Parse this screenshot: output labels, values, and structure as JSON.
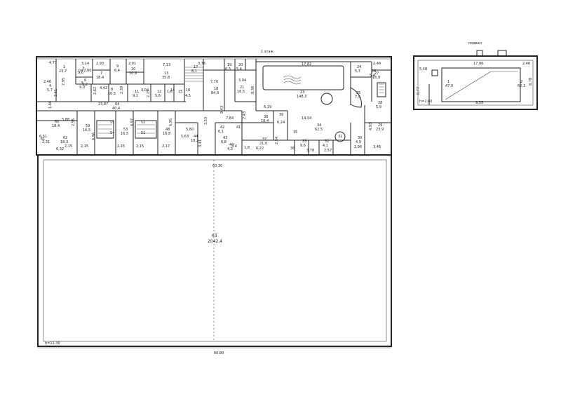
{
  "titles": {
    "floor1": "1 этаж",
    "basement": "подвал"
  },
  "dims": {
    "outer_top": "60,30",
    "outer_bottom": "60,80",
    "height_warehouse": "h=11,30",
    "height_floor1": "h=2,60",
    "height_basement": "h=2,60",
    "d_4_77": "4,77",
    "d_3_14": "3,14",
    "d_2_93": "2,93",
    "d_2_91": "2,91",
    "d_7_13": "7,13",
    "d_3_76": "3,76",
    "d_17_82": "17,82",
    "d_2_46": "2,46",
    "d_7_70": "7,70",
    "d_3_94": "3,94",
    "d_8_38": "8,38",
    "d_7_95": "7,95",
    "d_2_46b": "2,46",
    "d_3_61": "3,61",
    "d_1_66": "1,66",
    "d_23_87": "23,87",
    "d_4_42": "4,42",
    "d_2_62": "2,62",
    "d_2_39": "2,39",
    "d_4_04": "4,04",
    "d_2_15": "2,15",
    "d_1_6": "1,6",
    "d_9_43": "9,43",
    "d_6_19": "6,19",
    "d_14_04": "14,04",
    "d_5_88": "5,88",
    "d_2_55": "2,55",
    "d_6_96": "6,96",
    "d_6_97": "6,97",
    "d_6_95": "6,95",
    "d_5_60": "5,60",
    "d_3_53": "3,53",
    "d_7_84": "7,84",
    "d_6_24": "6,24",
    "d_4_93": "4,93",
    "d_2_43": "2,43",
    "d_1_8": "1,8",
    "d_2_54": "2,54",
    "d_6_32": "6,32",
    "d_2_15b": "2,15",
    "d_2_15c": "2,15",
    "d_2_15d": "2,15",
    "d_2_17": "2,17",
    "d_2_15e": "2,15",
    "d_5_63": "5,63",
    "d_3_41": "3,41",
    "d_6_22": "6,22",
    "d_3_78": "3,78",
    "d_2_57": "2,57",
    "d_2_96": "2,96",
    "d_3_46": "3,46",
    "d_35": "35",
    "d_36": "36",
    "d_3_4": "3,4",
    "d_2_31": "2,31",
    "d_6_51": "6,51",
    "d_5_48": "5,48",
    "d_17_06": "17,06",
    "d_8_77": "8,77",
    "d_8_78": "8,78",
    "d_9_35": "9,35",
    "d_2_46c": "2,46"
  },
  "rooms": [
    {
      "num": "1",
      "area": "23,7"
    },
    {
      "num": "3",
      "area": "9,6"
    },
    {
      "num": "7",
      "area": "18,4"
    },
    {
      "num": "9",
      "area": "6,4"
    },
    {
      "num": "10",
      "area": "10,9"
    },
    {
      "num": "13",
      "area": "35,8"
    },
    {
      "num": "17",
      "area": "8,1"
    },
    {
      "num": "18",
      "area": "84,9"
    },
    {
      "num": "19",
      "area": "6,3"
    },
    {
      "num": "20",
      "area": "5,4"
    },
    {
      "num": "21",
      "area": "16,5"
    },
    {
      "num": "23",
      "area": "148,3"
    },
    {
      "num": "24",
      "area": "5,7"
    },
    {
      "num": "26",
      "area": "5,4"
    },
    {
      "num": "27",
      "area": "16,9"
    },
    {
      "num": "25",
      "area": "7,9"
    },
    {
      "num": "4",
      "area": "5,7"
    },
    {
      "num": "5",
      "area": "9,0"
    },
    {
      "num": "6",
      "area": "5,2"
    },
    {
      "num": "8",
      "area": "10,5"
    },
    {
      "num": "11",
      "area": "9,1"
    },
    {
      "num": "12",
      "area": "5,6"
    },
    {
      "num": "14",
      "area": ""
    },
    {
      "num": "15",
      "area": ""
    },
    {
      "num": "16",
      "area": "4,5"
    },
    {
      "num": "64",
      "area": "40,4"
    },
    {
      "num": "38",
      "area": "18,4"
    },
    {
      "num": "39",
      "area": ""
    },
    {
      "num": "34",
      "area": "62,5"
    },
    {
      "num": "28",
      "area": "5,9"
    },
    {
      "num": "29",
      "area": "23,9"
    },
    {
      "num": "60",
      "area": "18,4"
    },
    {
      "num": "59",
      "area": "16,5"
    },
    {
      "num": "55",
      "area": ""
    },
    {
      "num": "54",
      "area": ""
    },
    {
      "num": "53",
      "area": "16,5"
    },
    {
      "num": "52",
      "area": ""
    },
    {
      "num": "51",
      "area": ""
    },
    {
      "num": "48",
      "area": "16,8"
    },
    {
      "num": "44",
      "area": "19,2"
    },
    {
      "num": "62",
      "area": "18,3"
    },
    {
      "num": "42",
      "area": "6,1"
    },
    {
      "num": "41",
      "area": ""
    },
    {
      "num": "40",
      "area": "4,3"
    },
    {
      "num": "43",
      "area": "6,8"
    },
    {
      "num": "37",
      "area": "21,0"
    },
    {
      "num": "33",
      "area": "9,6"
    },
    {
      "num": "32",
      "area": "4,1"
    },
    {
      "num": "31",
      "area": ""
    },
    {
      "num": "30",
      "area": "4,9"
    },
    {
      "num": "61",
      "area": ""
    },
    {
      "num": "63",
      "area": "2042,4"
    },
    {
      "num": "1",
      "area": "47,0"
    },
    {
      "num": "2",
      "area": "62,3"
    }
  ]
}
